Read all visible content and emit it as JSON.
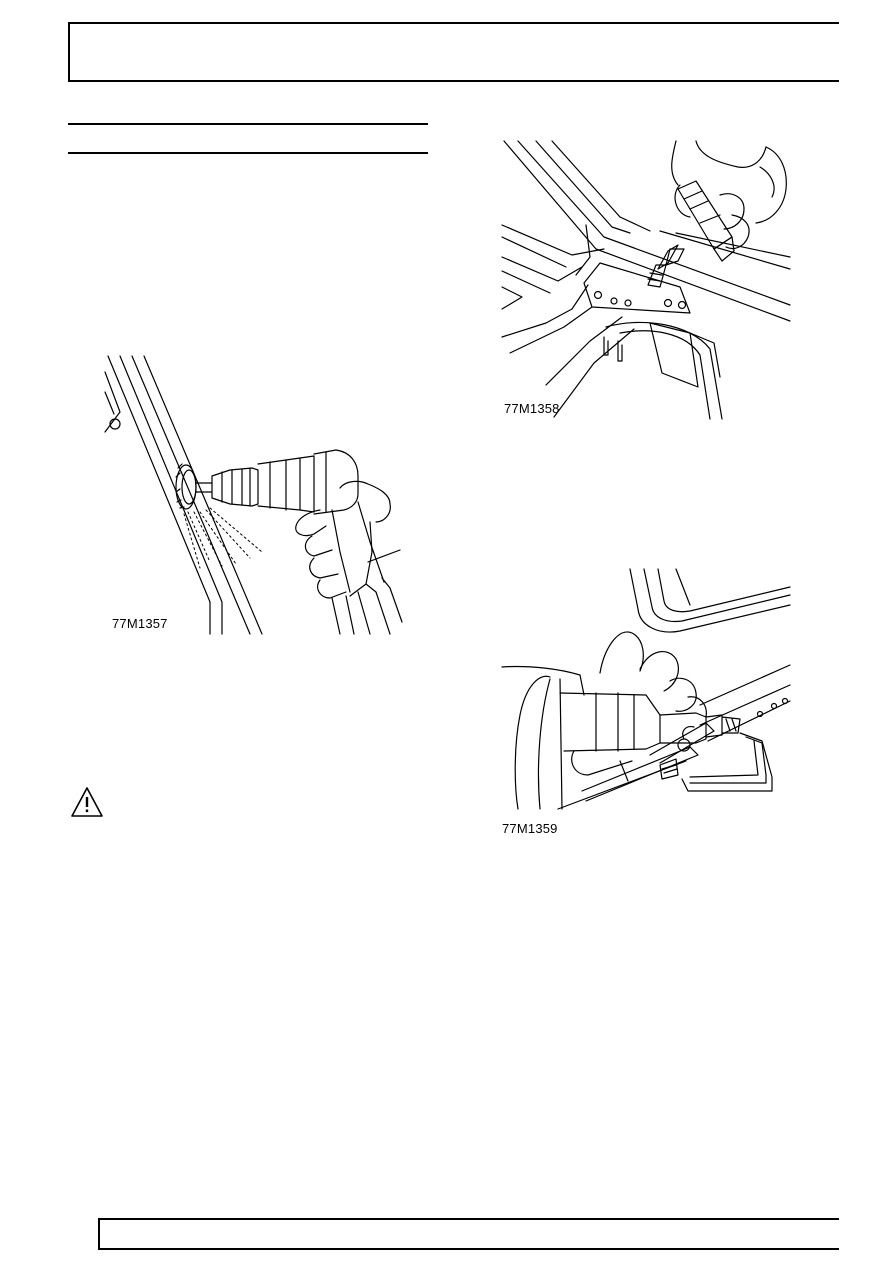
{
  "figures": [
    {
      "id": "fig1",
      "label": "77M1357"
    },
    {
      "id": "fig2",
      "label": "77M1358"
    },
    {
      "id": "fig3",
      "label": "77M1359"
    }
  ],
  "icons": {
    "caution": "warning-triangle-icon"
  }
}
